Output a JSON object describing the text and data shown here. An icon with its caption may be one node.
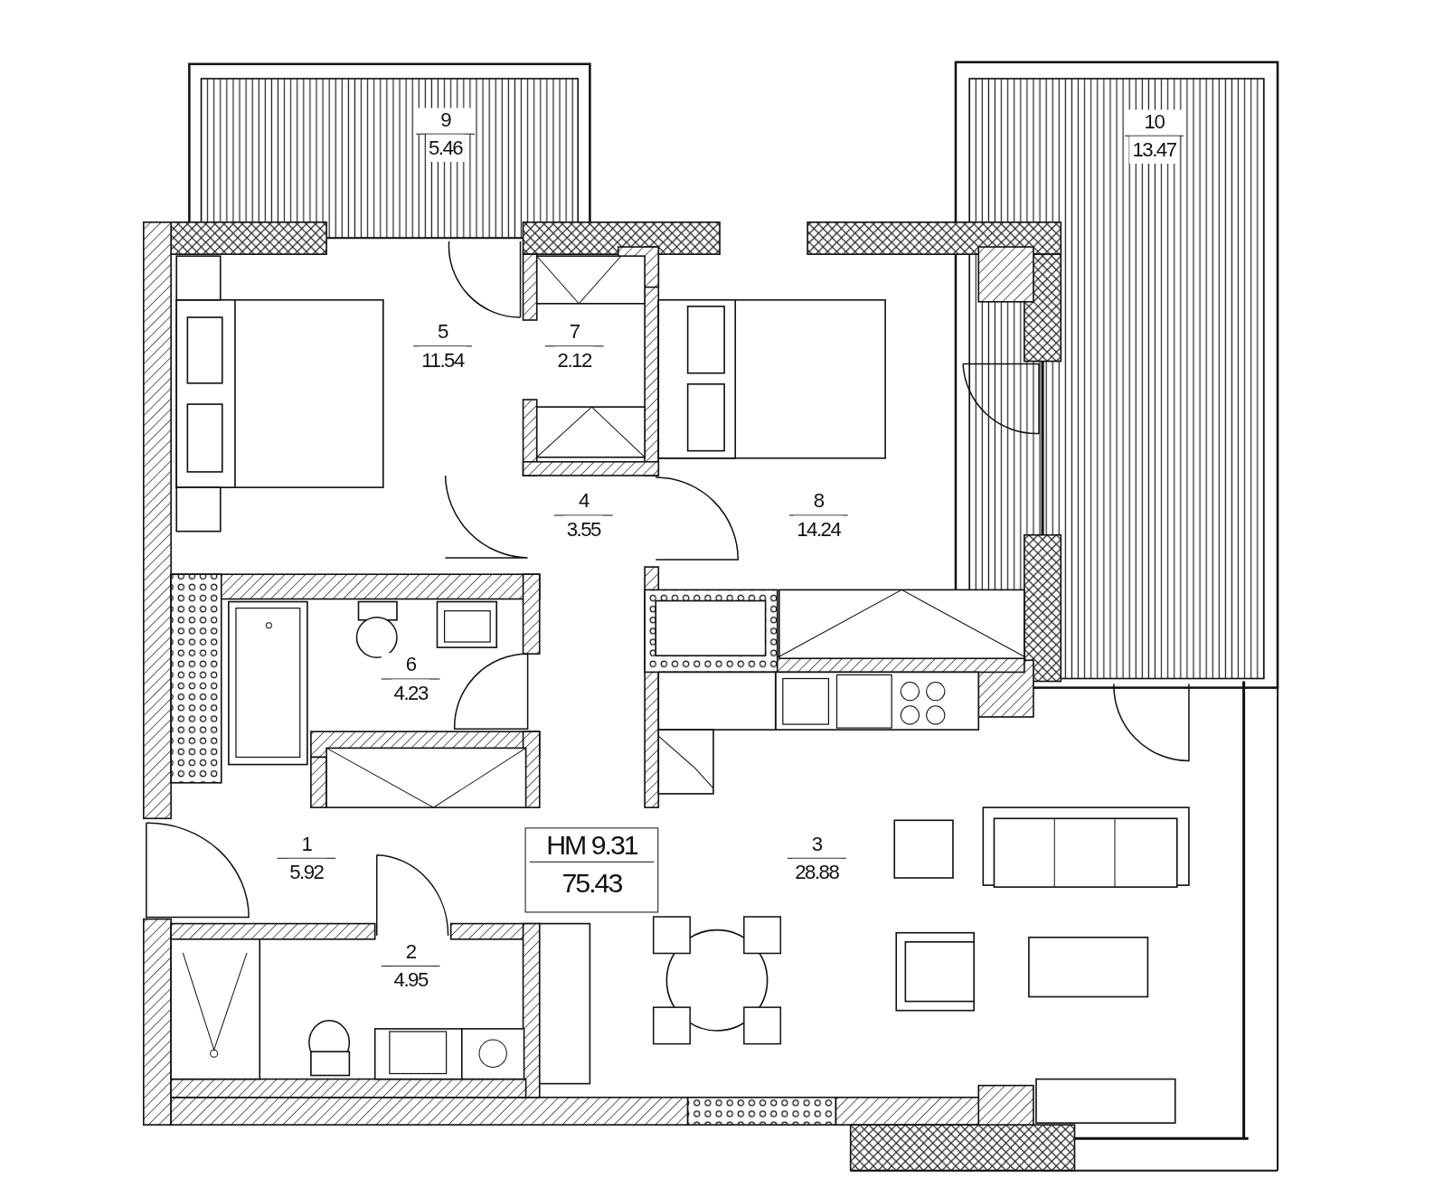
{
  "diagram": {
    "nodes": [
      {
        "text": [
          "9",
          "5.46"
        ]
      },
      {
        "text": [
          "10",
          "13.47"
        ]
      },
      {
        "text": [
          "5",
          "11.54"
        ]
      },
      {
        "text": [
          "7",
          "2.12"
        ]
      },
      {
        "text": [
          "4",
          "3.55"
        ]
      },
      {
        "text": [
          "8",
          "14.24"
        ]
      },
      {
        "text": [
          "6",
          "4.23"
        ]
      },
      {
        "text": [
          "1",
          "5.92"
        ]
      },
      {
        "text": [
          "HM 9.31",
          "75.43"
        ]
      },
      {
        "text": [
          "3",
          "28.88"
        ]
      },
      {
        "text": [
          "2",
          "4.95"
        ]
      }
    ]
  }
}
